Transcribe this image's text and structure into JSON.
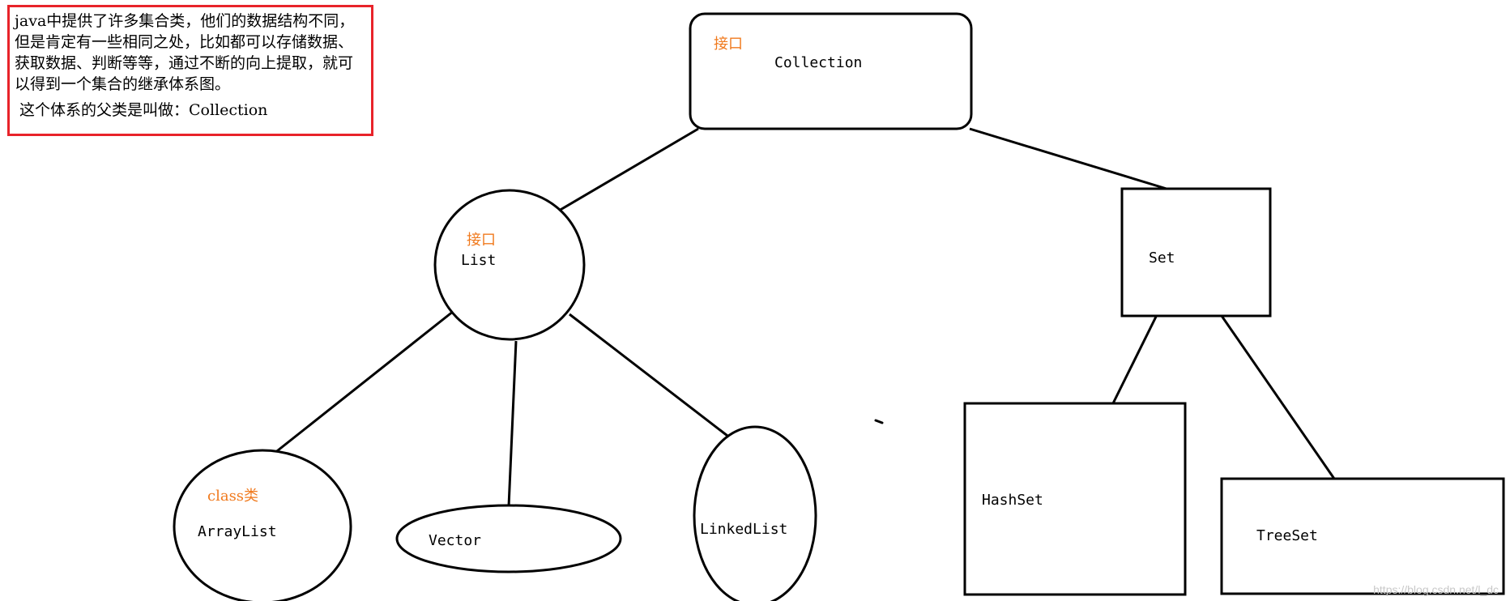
{
  "note": {
    "body": "java中提供了许多集合类，他们的数据结构不同，但是肯定有一些相同之处，比如都可以存储数据、获取数据、判断等等，通过不断的向上提取，就可以得到一个集合的继承体系图。",
    "footer": "这个体系的父类是叫做：Collection"
  },
  "nodes": {
    "collection": {
      "tag": "接口",
      "name": "Collection"
    },
    "list": {
      "tag": "接口",
      "name": "List"
    },
    "set": {
      "name": "Set"
    },
    "arraylist": {
      "tag": "class类",
      "name": "ArrayList"
    },
    "vector": {
      "name": "Vector"
    },
    "linkedlist": {
      "name": "LinkedList"
    },
    "hashset": {
      "name": "HashSet"
    },
    "treeset": {
      "name": "TreeSet"
    }
  },
  "colors": {
    "tag": "#f07a1e",
    "note_border": "#e8232a",
    "line": "#000000"
  },
  "watermark": "https://blog.csdn.net/l_dc"
}
